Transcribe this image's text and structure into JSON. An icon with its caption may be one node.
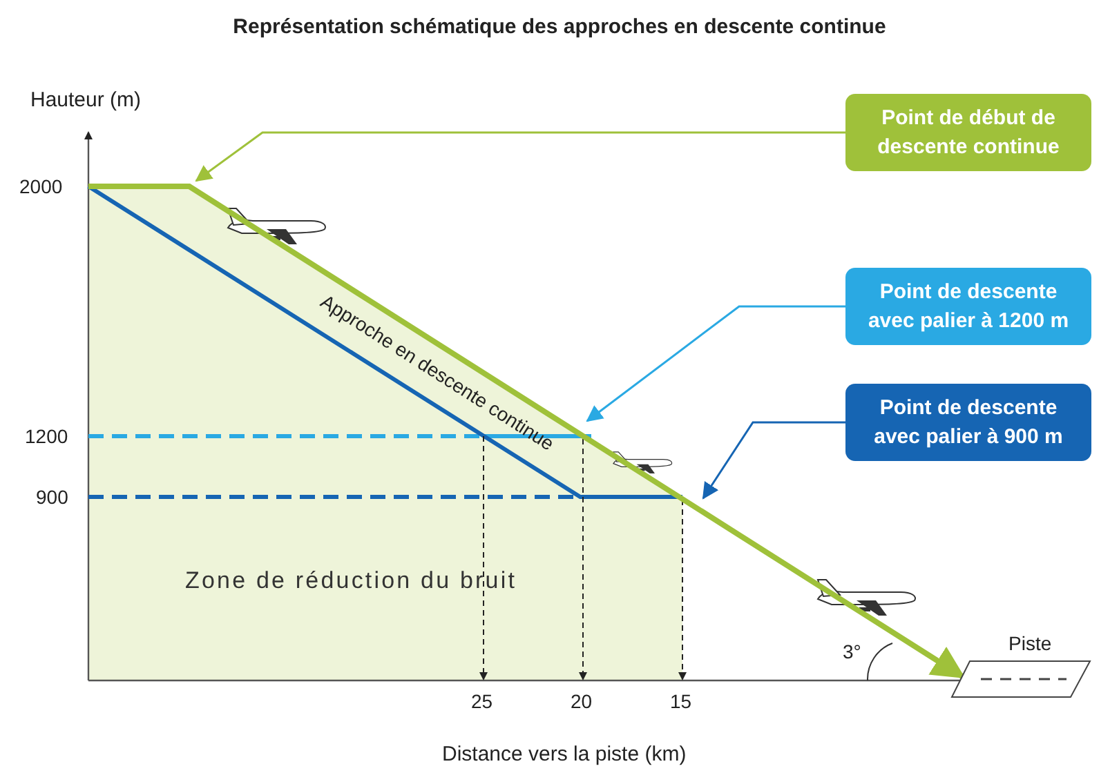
{
  "diagram": {
    "title": "Représentation schématique des approches en descente continue",
    "nodes": [
      {
        "text": [
          "Point de début de descente continue"
        ]
      },
      {
        "text": [
          "Point de descente avec palier à 1200 m"
        ]
      },
      {
        "text": [
          "Point de descente avec palier à 900 m"
        ]
      },
      {
        "text": [
          "Piste"
        ]
      }
    ],
    "edges": [
      {
        "from": 0,
        "to": null,
        "arrow": "to"
      },
      {
        "from": 1,
        "to": null,
        "arrow": "to",
        "color": "#2aa9e3"
      },
      {
        "from": 2,
        "to": null,
        "arrow": "to",
        "color": "#1665b3"
      },
      {
        "from": null,
        "to": 3,
        "arrow": "to",
        "style": "thick"
      }
    ],
    "labels": [
      "Hauteur (m)",
      "2000",
      "Approche en descente continue",
      "1200",
      "900",
      "Zone de réduction du bruit",
      "3°",
      "25",
      "20",
      "15",
      "Distance vers la piste (km)"
    ]
  }
}
